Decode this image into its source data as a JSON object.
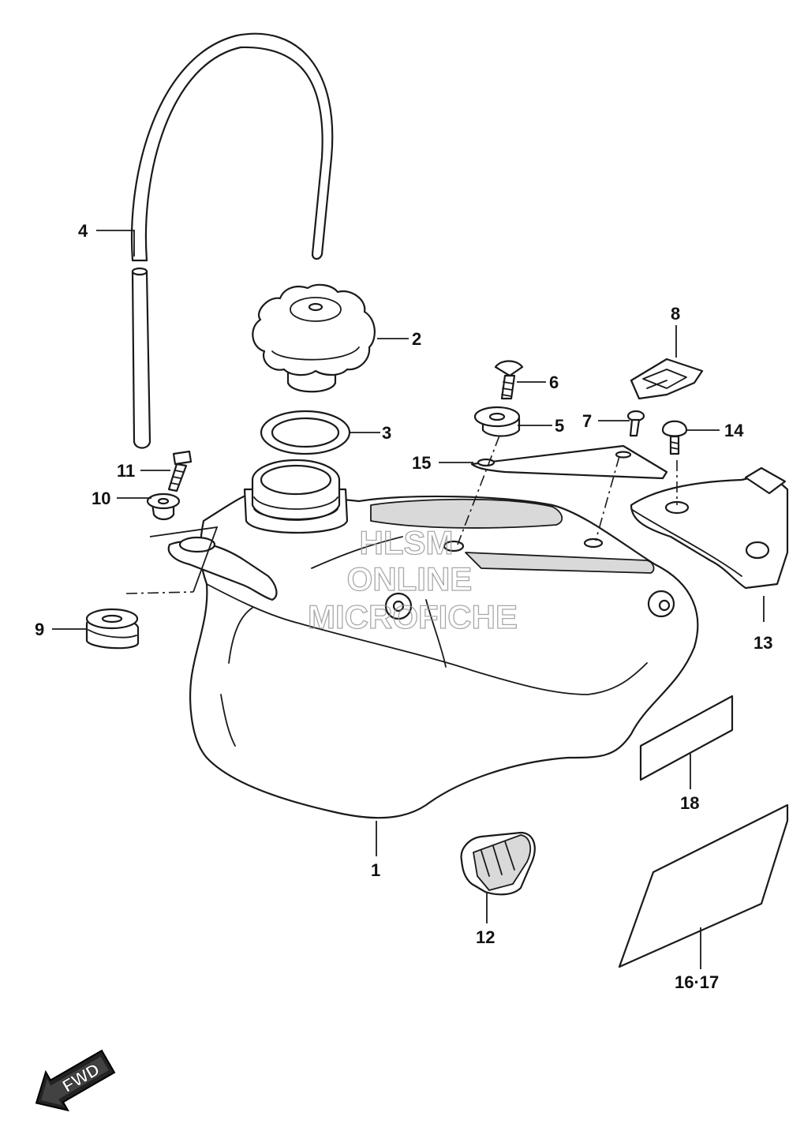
{
  "diagram": {
    "callouts": [
      {
        "id": "1",
        "label": "1"
      },
      {
        "id": "2",
        "label": "2"
      },
      {
        "id": "3",
        "label": "3"
      },
      {
        "id": "4",
        "label": "4"
      },
      {
        "id": "5",
        "label": "5"
      },
      {
        "id": "6",
        "label": "6"
      },
      {
        "id": "7",
        "label": "7"
      },
      {
        "id": "8",
        "label": "8"
      },
      {
        "id": "9",
        "label": "9"
      },
      {
        "id": "10",
        "label": "10"
      },
      {
        "id": "11",
        "label": "11"
      },
      {
        "id": "12",
        "label": "12"
      },
      {
        "id": "13",
        "label": "13"
      },
      {
        "id": "14",
        "label": "14"
      },
      {
        "id": "15",
        "label": "15"
      },
      {
        "id": "16-17",
        "label": "16·17"
      },
      {
        "id": "18",
        "label": "18"
      }
    ],
    "watermark": [
      "HLSM",
      "ONLINE",
      "MICROFICHE"
    ],
    "fwd_label": "FWD"
  }
}
